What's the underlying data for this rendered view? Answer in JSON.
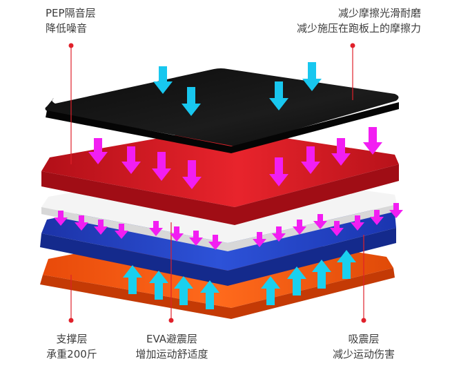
{
  "labels": {
    "pep": {
      "line1": "PEP隔音层",
      "line2": "降低噪音"
    },
    "top_layer": {
      "line1": "减少摩擦光滑耐磨",
      "line2": "减少施压在跑板上的摩擦力"
    },
    "support": {
      "line1": "支撑层",
      "line2": "承重200斤"
    },
    "eva": {
      "line1": "EVA避震层",
      "line2": "增加运动舒适度"
    },
    "shock": {
      "line1": "吸震层",
      "line2": "减少运动伤害"
    }
  },
  "colors": {
    "top_layer": "#151515",
    "pep_layer": "#c8141e",
    "white_layer": "#f2f2f2",
    "eva_layer": "#1f3fb8",
    "support_layer": "#f0560f",
    "arrow_down_top": "#18c7ef",
    "arrow_down_magenta": "#f21ef2",
    "arrow_up_cyan": "#1ad0ef",
    "leader_line": "#e0202a",
    "text": "#3c3c3c"
  }
}
